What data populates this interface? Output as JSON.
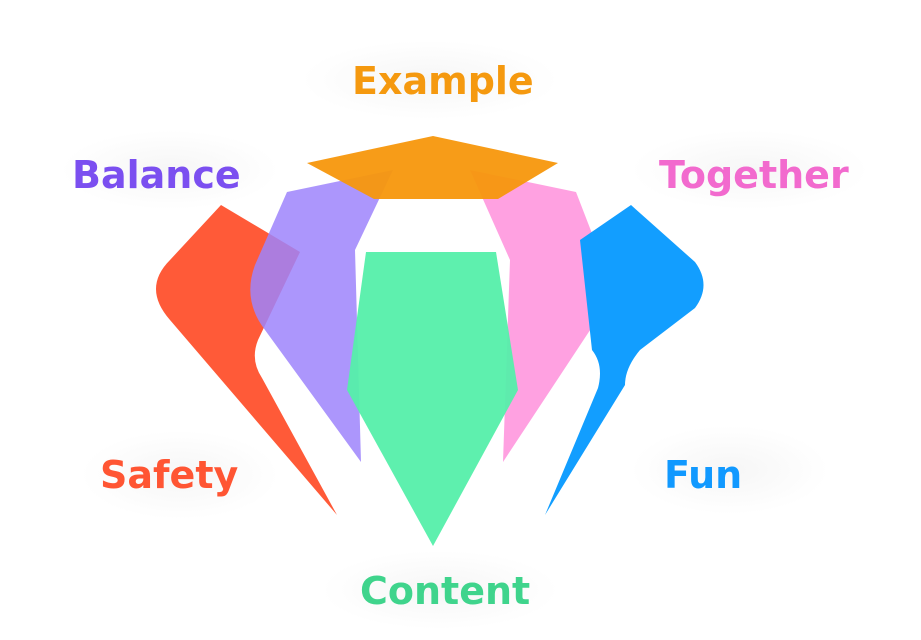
{
  "diagram": {
    "labels": {
      "example": "Example",
      "balance": "Balance",
      "together": "Together",
      "safety": "Safety",
      "fun": "Fun",
      "content": "Content"
    },
    "colors": {
      "example": "#F5990F",
      "balance": "#7B4FF0",
      "together": "#F26ACE",
      "safety": "#FF5533",
      "fun": "#1199FF",
      "content": "#3FD48C"
    },
    "shape_colors": {
      "example": "#F7970C",
      "balance": "#9E84FB",
      "together": "#FF90DC",
      "safety": "#FF5A38",
      "fun": "#129EFF",
      "content": "#55EFAA"
    }
  }
}
